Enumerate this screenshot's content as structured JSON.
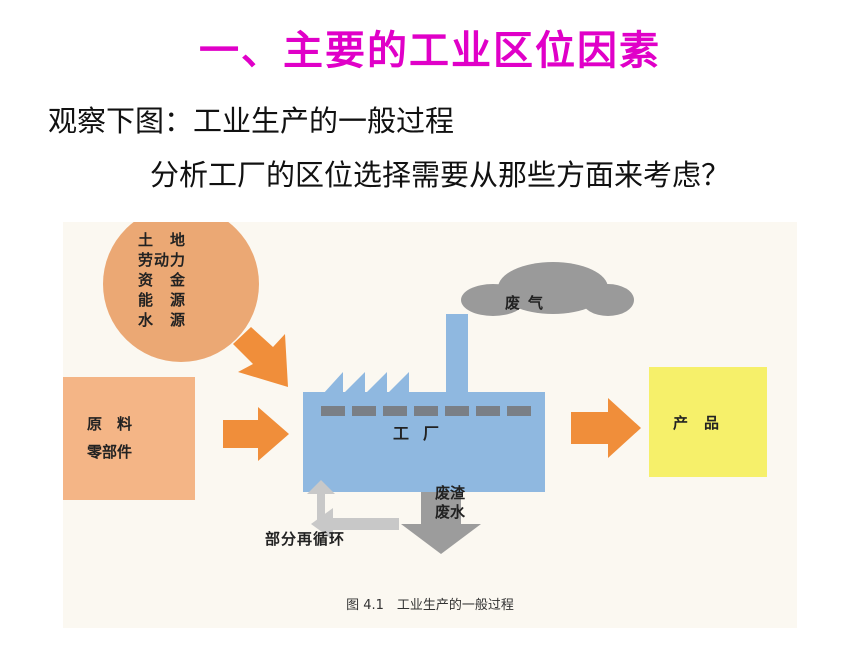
{
  "title": "一、主要的工业区位因素",
  "intro": "观察下图：工业生产的一般过程",
  "question": "分析工厂的区位选择需要从那些方面来考虑？",
  "diagram": {
    "factors": [
      "土　地",
      "劳动力",
      "资　金",
      "能　源",
      "水　源"
    ],
    "raw_materials": [
      "原　料",
      "零部件"
    ],
    "factory": "工厂",
    "waste_gas": "废气",
    "product": "产品",
    "waste_solid": [
      "废渣",
      "废水"
    ],
    "recycle": "部分再循环",
    "caption": "图 4.1　工业生产的一般过程"
  },
  "colors": {
    "title": "#e000c8",
    "factors_circle": "#eba874",
    "raw_box": "#f4b586",
    "factory": "#8fb8e0",
    "product_box": "#f6f06a",
    "arrow": "#f08e3a",
    "smoke": "#9a9a9a",
    "waste_arrow": "#9c9c9c",
    "recycle_arrow": "#c8c8c8"
  }
}
